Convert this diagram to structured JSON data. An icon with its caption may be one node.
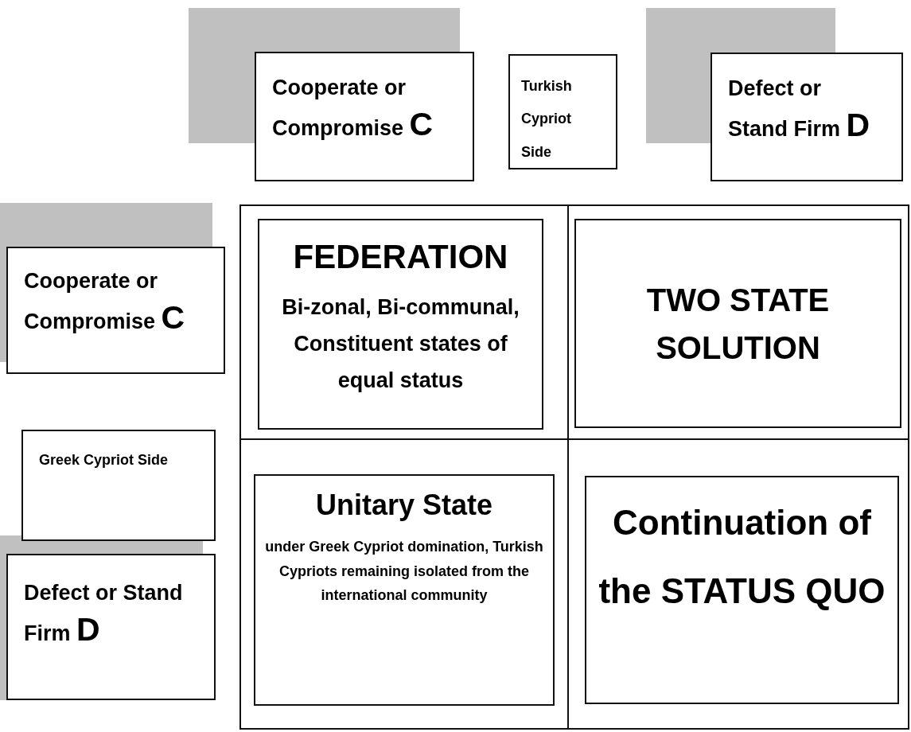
{
  "diagram": {
    "nodes": [
      {
        "text": [
          "Cooperate or Compromise C"
        ]
      },
      {
        "text": [
          "Turkish Cypriot Side"
        ]
      },
      {
        "text": [
          "Defect or Stand Firm D"
        ]
      },
      {
        "text": [
          "Cooperate or Compromise C"
        ]
      },
      {
        "text": [
          "FEDERATION",
          "Bi-zonal, Bi-communal, Constituent states of equal status"
        ]
      },
      {
        "text": [
          "TWO STATE SOLUTION"
        ]
      },
      {
        "text": [
          "Greek Cypriot Side"
        ]
      },
      {
        "text": [
          "Unitary State",
          "under Greek Cypriot domination, Turkish Cypriots remaining isolated from the international community"
        ]
      },
      {
        "text": [
          "Continuation of the STATUS QUO"
        ]
      },
      {
        "text": [
          "Defect or Stand Firm D"
        ]
      }
    ],
    "edges": []
  }
}
